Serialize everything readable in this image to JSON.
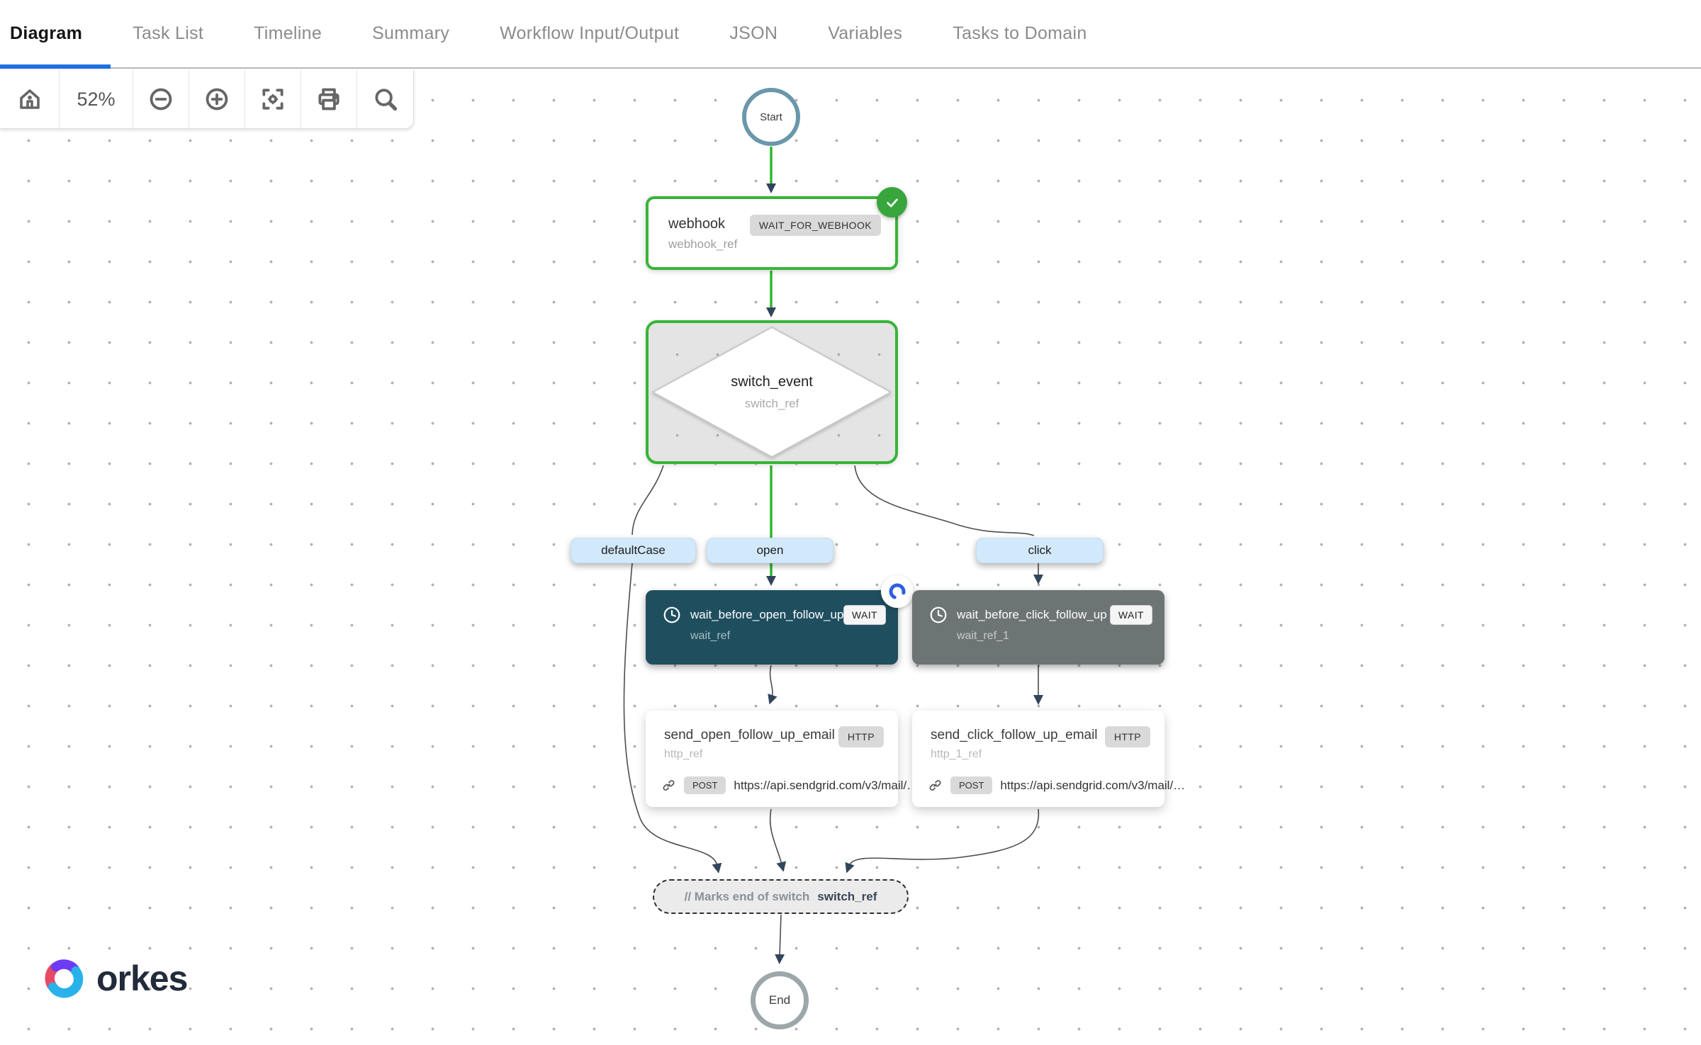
{
  "tabs": [
    {
      "label": "Diagram",
      "active": true
    },
    {
      "label": "Task List",
      "active": false
    },
    {
      "label": "Timeline",
      "active": false
    },
    {
      "label": "Summary",
      "active": false
    },
    {
      "label": "Workflow Input/Output",
      "active": false
    },
    {
      "label": "JSON",
      "active": false
    },
    {
      "label": "Variables",
      "active": false
    },
    {
      "label": "Tasks to Domain",
      "active": false
    }
  ],
  "toolbar": {
    "zoom_level": "52%",
    "icons": [
      "home-icon",
      "zoom-out-icon",
      "zoom-in-icon",
      "fit-view-icon",
      "print-icon",
      "search-icon"
    ]
  },
  "diagram": {
    "start_label": "Start",
    "end_label": "End",
    "webhook": {
      "title": "webhook",
      "ref": "webhook_ref",
      "badge": "WAIT_FOR_WEBHOOK",
      "status_icon": "check-icon"
    },
    "switch": {
      "title": "switch_event",
      "ref": "switch_ref"
    },
    "branches": {
      "default": "defaultCase",
      "open": "open",
      "click": "click"
    },
    "wait_open": {
      "title": "wait_before_open_follow_up",
      "ref": "wait_ref",
      "badge": "WAIT",
      "icon": "clock-icon",
      "status_icon": "spinner-icon"
    },
    "wait_click": {
      "title": "wait_before_click_follow_up",
      "ref": "wait_ref_1",
      "badge": "WAIT",
      "icon": "clock-icon"
    },
    "http_open": {
      "title": "send_open_follow_up_email",
      "ref": "http_ref",
      "badge": "HTTP",
      "method": "POST",
      "url": "https://api.sendgrid.com/v3/mail/…",
      "icon": "link-icon"
    },
    "http_click": {
      "title": "send_click_follow_up_email",
      "ref": "http_1_ref",
      "badge": "HTTP",
      "method": "POST",
      "url": "https://api.sendgrid.com/v3/mail/…",
      "icon": "link-icon"
    },
    "switch_end": {
      "prefix": "// Marks end of switch",
      "ref": "switch_ref"
    }
  },
  "logo": {
    "text": "orkes"
  },
  "colors": {
    "accent_green": "#38b438",
    "edge_green": "#2eb72e",
    "arrow_navy": "#32455c",
    "case_pill_blue": "#d2e9fb",
    "wait_teal": "#1f4f5f",
    "wait_gray": "#6d7474",
    "tab_underline_blue": "#1f6fe0",
    "badge_gray": "#d9d9d9"
  }
}
